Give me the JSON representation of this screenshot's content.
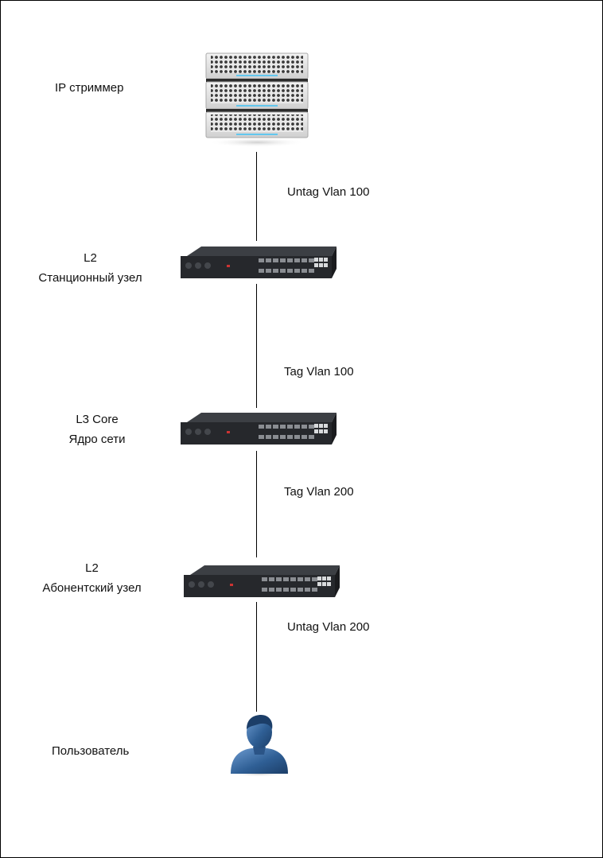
{
  "nodes": {
    "streamer": {
      "label": "IP стриммер"
    },
    "station": {
      "line1": "L2",
      "line2": "Станционный узел"
    },
    "core": {
      "line1": "L3 Core",
      "line2": "Ядро сети"
    },
    "subscriber": {
      "line1": "L2",
      "line2": "Абонентский узел"
    },
    "user": {
      "label": "Пользователь"
    }
  },
  "links": {
    "streamer_station": "Untag Vlan 100",
    "station_core": "Tag Vlan 100",
    "core_subscriber": "Tag Vlan 200",
    "subscriber_user": "Untag Vlan 200"
  },
  "icons": {
    "streamer": "server-rack-icon",
    "switch": "network-switch-icon",
    "user": "user-avatar-icon"
  },
  "colors": {
    "switch_body": "#2a2c30",
    "user_blue": "#2f5f95"
  }
}
